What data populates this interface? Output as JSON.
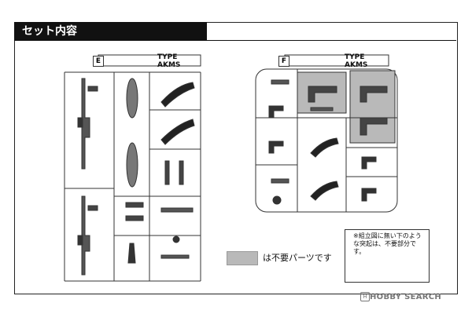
{
  "header": {
    "title": "セット内容"
  },
  "runners": [
    {
      "letter": "E",
      "type_label": "TYPE",
      "model_label": "AKMS"
    },
    {
      "letter": "F",
      "type_label": "TYPE",
      "model_label": "AKMS"
    }
  ],
  "legend": {
    "text": "は不要パーツです",
    "swatch_color": "#b9b9b9"
  },
  "note": {
    "text": "※組立図に無い下のような突起は、不要部分です。"
  },
  "watermark": {
    "mark": "H",
    "text": "HOBBY SEARCH"
  }
}
